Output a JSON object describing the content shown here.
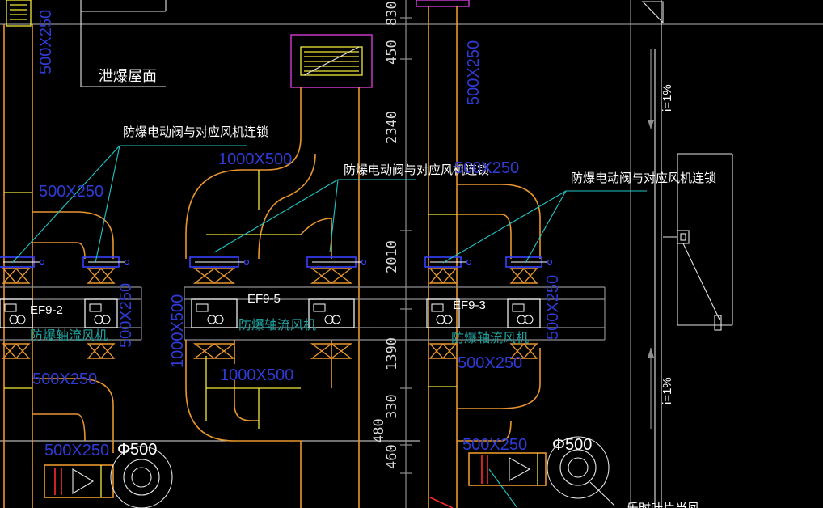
{
  "drawing": {
    "roof_label": "泄爆屋面",
    "interlock_note": "防爆电动阀与对应风机连锁",
    "fan_type": "防爆轴流风机",
    "fans": [
      "EF9-2",
      "EF9-5",
      "EF9-3"
    ],
    "duct_sizes": {
      "d500x250": "500X250",
      "d1000x500": "1000X500",
      "d1000x500_alt": "1000X500",
      "d1000x500_v": "1000X500",
      "d500x250_short": "500X250"
    },
    "round_duct": "Φ500",
    "dimensions": [
      "830",
      "450",
      "2340",
      "2010",
      "1390",
      "330",
      "480",
      "460"
    ],
    "slope": "i=1%",
    "partial_bottom_text": "乐时叶片当凤"
  },
  "colors": {
    "background": "#000000",
    "duct": "#e8962e",
    "size_text": "#2f3bd6",
    "fan_text": "#1fa3a0",
    "leader": "#1fc8c8",
    "annotation": "#ffffff",
    "hatch": "#f2e93a",
    "frame": "#d43ad4",
    "damper": "#ff2a2a"
  }
}
